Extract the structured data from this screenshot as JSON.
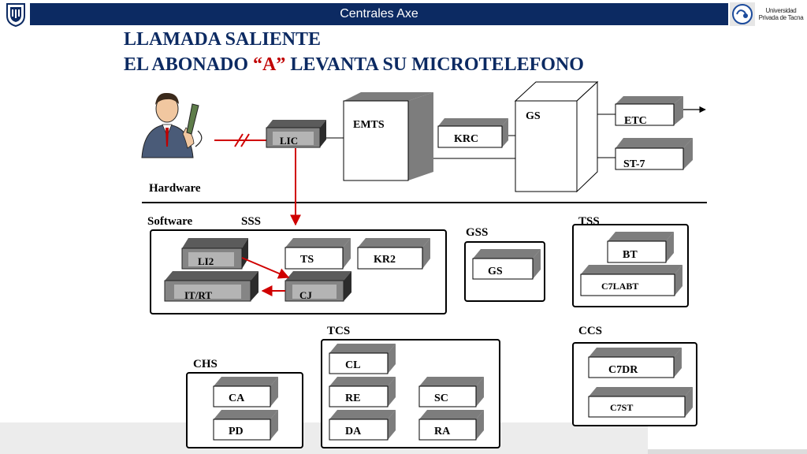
{
  "header": {
    "title": "Centrales Axe",
    "university_line1": "Universidad",
    "university_line2": "Privada de Tacna"
  },
  "title": {
    "line1": "LLAMADA SALIENTE",
    "line2_prefix": "EL ABONADO ",
    "line2_highlight": "“A”",
    "line2_suffix": " LEVANTA SU MICROTELEFONO"
  },
  "hardware": {
    "label": "Hardware",
    "lic": "LIC",
    "emts": "EMTS",
    "krc": "KRC",
    "gs": "GS",
    "etc": "ETC",
    "st7": "ST-7"
  },
  "software": {
    "label": "Software"
  },
  "sss": {
    "label": "SSS",
    "li2": "LI2",
    "ts": "TS",
    "kr2": "KR2",
    "itrt": "IT/RT",
    "cj": "CJ"
  },
  "gss": {
    "label": "GSS",
    "gs": "GS"
  },
  "tss": {
    "label": "TSS",
    "bt": "BT",
    "c7labt": "C7LABT"
  },
  "tcs": {
    "label": "TCS",
    "cl": "CL",
    "re": "RE",
    "sc": "SC",
    "da": "DA",
    "ra": "RA"
  },
  "chs": {
    "label": "CHS",
    "ca": "CA",
    "pd": "PD"
  },
  "ccs": {
    "label": "CCS",
    "c7dr": "C7DR",
    "c7st": "C7ST"
  },
  "colors": {
    "header_bg": "#0c2a62",
    "title": "#0c2a62",
    "highlight": "#c00000",
    "signal_arrow": "#d00000"
  }
}
